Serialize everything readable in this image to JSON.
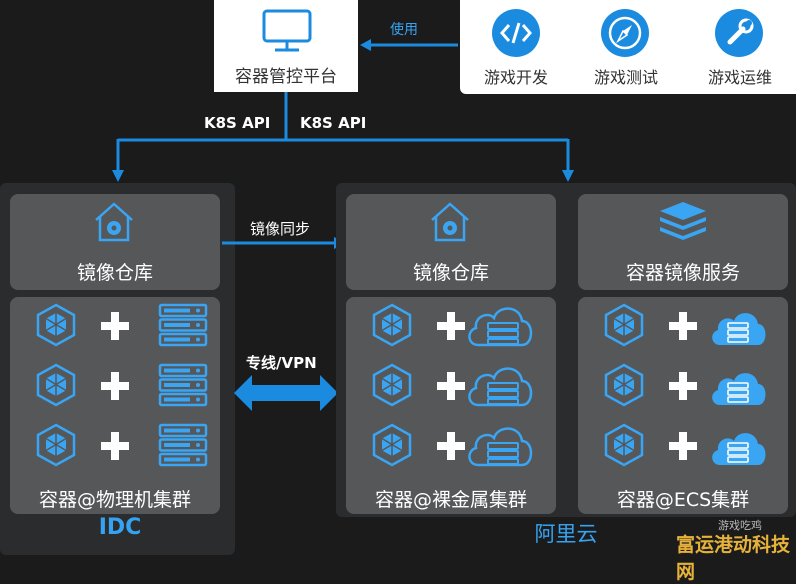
{
  "platform": {
    "label": "容器管控平台"
  },
  "use_label": "使用",
  "tools": [
    {
      "label": "游戏开发",
      "icon": "code-icon"
    },
    {
      "label": "游戏测试",
      "icon": "compass-icon"
    },
    {
      "label": "游戏运维",
      "icon": "wrench-icon"
    }
  ],
  "k8s_api_left": "K8S API",
  "k8s_api_right": "K8S API",
  "idc": {
    "registry_label": "镜像仓库",
    "cluster_label": "容器@物理机集群",
    "footer_label": "IDC"
  },
  "sync_label": "镜像同步",
  "vpn_label": "专线/VPN",
  "aliyun": {
    "registry_label": "镜像仓库",
    "bare_metal_cluster_label": "容器@裸金属集群",
    "acr_label": "容器镜像服务",
    "ecs_cluster_label": "容器@ECS集群",
    "footer_label": "阿里云"
  },
  "watermark": {
    "top": "游戏吃鸡",
    "bottom": "富运港动科技网"
  },
  "colors": {
    "accent": "#1b8be0",
    "panel": "#555759",
    "background": "#1b1b1b"
  }
}
